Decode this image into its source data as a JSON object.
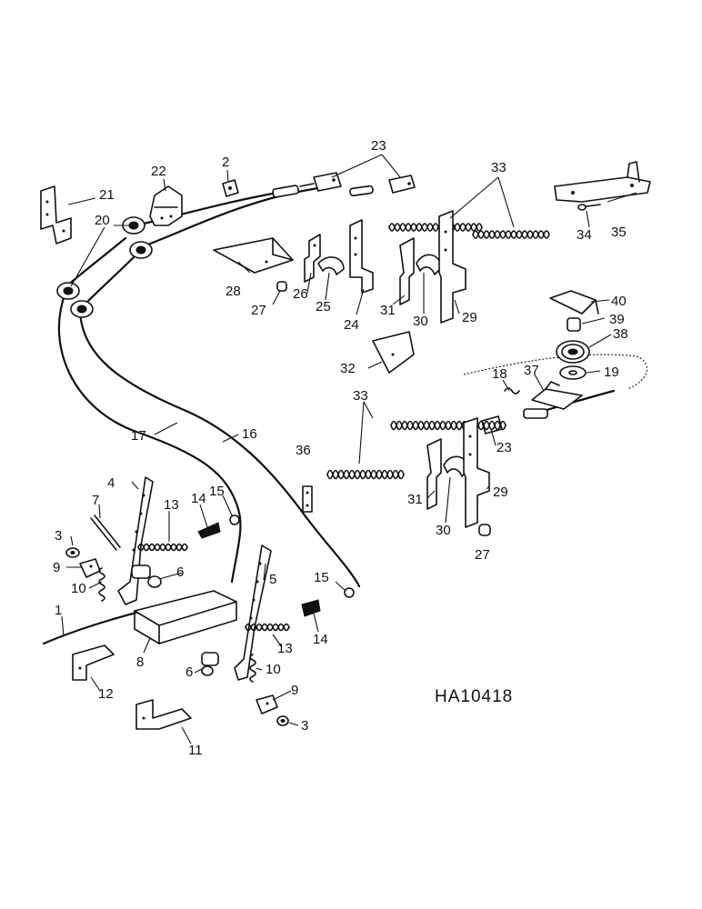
{
  "diagram": {
    "reference_code": "HA10418",
    "part_labels": [
      {
        "id": "l1",
        "text": "1"
      },
      {
        "id": "l2",
        "text": "2"
      },
      {
        "id": "l3a",
        "text": "3"
      },
      {
        "id": "l3b",
        "text": "3"
      },
      {
        "id": "l4",
        "text": "4"
      },
      {
        "id": "l5",
        "text": "5"
      },
      {
        "id": "l6a",
        "text": "6"
      },
      {
        "id": "l6b",
        "text": "6"
      },
      {
        "id": "l7",
        "text": "7"
      },
      {
        "id": "l8",
        "text": "8"
      },
      {
        "id": "l9a",
        "text": "9"
      },
      {
        "id": "l9b",
        "text": "9"
      },
      {
        "id": "l10a",
        "text": "10"
      },
      {
        "id": "l10b",
        "text": "10"
      },
      {
        "id": "l11",
        "text": "11"
      },
      {
        "id": "l12",
        "text": "12"
      },
      {
        "id": "l13a",
        "text": "13"
      },
      {
        "id": "l13b",
        "text": "13"
      },
      {
        "id": "l14a",
        "text": "14"
      },
      {
        "id": "l14b",
        "text": "14"
      },
      {
        "id": "l15a",
        "text": "15"
      },
      {
        "id": "l15b",
        "text": "15"
      },
      {
        "id": "l16",
        "text": "16"
      },
      {
        "id": "l17",
        "text": "17"
      },
      {
        "id": "l18",
        "text": "18"
      },
      {
        "id": "l19",
        "text": "19"
      },
      {
        "id": "l20",
        "text": "20"
      },
      {
        "id": "l21",
        "text": "21"
      },
      {
        "id": "l22",
        "text": "22"
      },
      {
        "id": "l23a",
        "text": "23"
      },
      {
        "id": "l23b",
        "text": "23"
      },
      {
        "id": "l24",
        "text": "24"
      },
      {
        "id": "l25",
        "text": "25"
      },
      {
        "id": "l26",
        "text": "26"
      },
      {
        "id": "l27a",
        "text": "27"
      },
      {
        "id": "l27b",
        "text": "27"
      },
      {
        "id": "l28",
        "text": "28"
      },
      {
        "id": "l29a",
        "text": "29"
      },
      {
        "id": "l29b",
        "text": "29"
      },
      {
        "id": "l30a",
        "text": "30"
      },
      {
        "id": "l30b",
        "text": "30"
      },
      {
        "id": "l31a",
        "text": "31"
      },
      {
        "id": "l31b",
        "text": "31"
      },
      {
        "id": "l32",
        "text": "32"
      },
      {
        "id": "l33a",
        "text": "33"
      },
      {
        "id": "l33b",
        "text": "33"
      },
      {
        "id": "l34",
        "text": "34"
      },
      {
        "id": "l35",
        "text": "35"
      },
      {
        "id": "l36",
        "text": "36"
      },
      {
        "id": "l37",
        "text": "37"
      },
      {
        "id": "l38",
        "text": "38"
      },
      {
        "id": "l39",
        "text": "39"
      },
      {
        "id": "l40",
        "text": "40"
      }
    ]
  }
}
